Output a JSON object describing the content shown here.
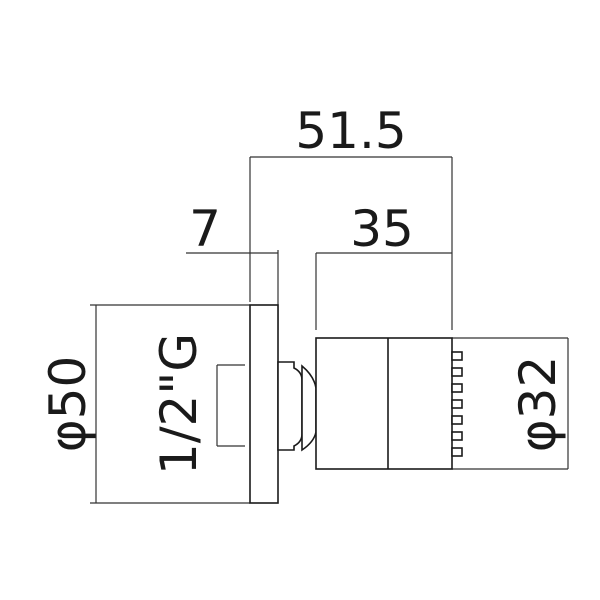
{
  "dimensions": {
    "overall_length": "51.5",
    "plate_thickness": "7",
    "head_length": "35",
    "plate_diameter": "φ50",
    "thread": "1/2\"G",
    "head_diameter": "φ32"
  },
  "colors": {
    "line": "#1a1a1a",
    "background": "#ffffff"
  }
}
